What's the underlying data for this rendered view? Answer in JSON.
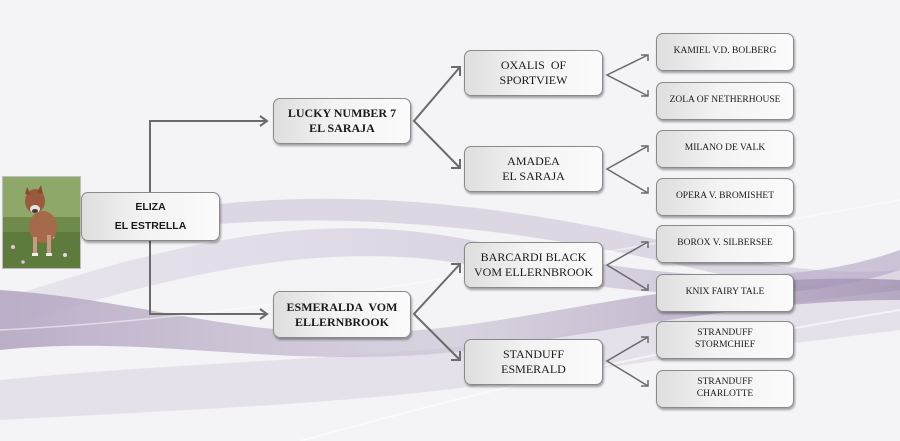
{
  "pedigree": {
    "subject": {
      "photo": "foal-photo",
      "lines": [
        "ELIZA",
        "EL ESTRELLA"
      ]
    },
    "sire": {
      "lines": [
        "LUCKY NUMBER 7",
        "EL SARAJA"
      ]
    },
    "dam": {
      "lines": [
        "ESMERALDA  VOM",
        "ELLERNBROOK"
      ]
    },
    "sire_sire": {
      "lines": [
        "OXALIS  OF",
        "SPORTVIEW"
      ]
    },
    "sire_dam": {
      "lines": [
        "AMADEA",
        "EL SARAJA"
      ]
    },
    "dam_sire": {
      "lines": [
        "BARCARDI BLACK",
        "VOM ELLERNBROOK"
      ]
    },
    "dam_dam": {
      "lines": [
        "STANDUFF",
        "ESMERALD"
      ]
    },
    "sire_sire_sire": {
      "lines": [
        "KAMIEL V.D. BOLBERG"
      ]
    },
    "sire_sire_dam": {
      "lines": [
        "ZOLA OF NETHERHOUSE"
      ]
    },
    "sire_dam_sire": {
      "lines": [
        "MILANO DE VALK"
      ]
    },
    "sire_dam_dam": {
      "lines": [
        "OPERA V. BROMISHET"
      ]
    },
    "dam_sire_sire": {
      "lines": [
        "BOROX V. SILBERSEE"
      ]
    },
    "dam_sire_dam": {
      "lines": [
        "KNIX FAIRY TALE"
      ]
    },
    "dam_dam_sire": {
      "lines": [
        "STRANDUFF",
        "STORMCHIEF"
      ]
    },
    "dam_dam_dam": {
      "lines": [
        "STRANDUFF",
        "CHARLOTTE"
      ]
    }
  },
  "colors": {
    "connector": "#6b6b6b",
    "swoosh": "#8c76a0",
    "background": "#f4f3f6"
  }
}
